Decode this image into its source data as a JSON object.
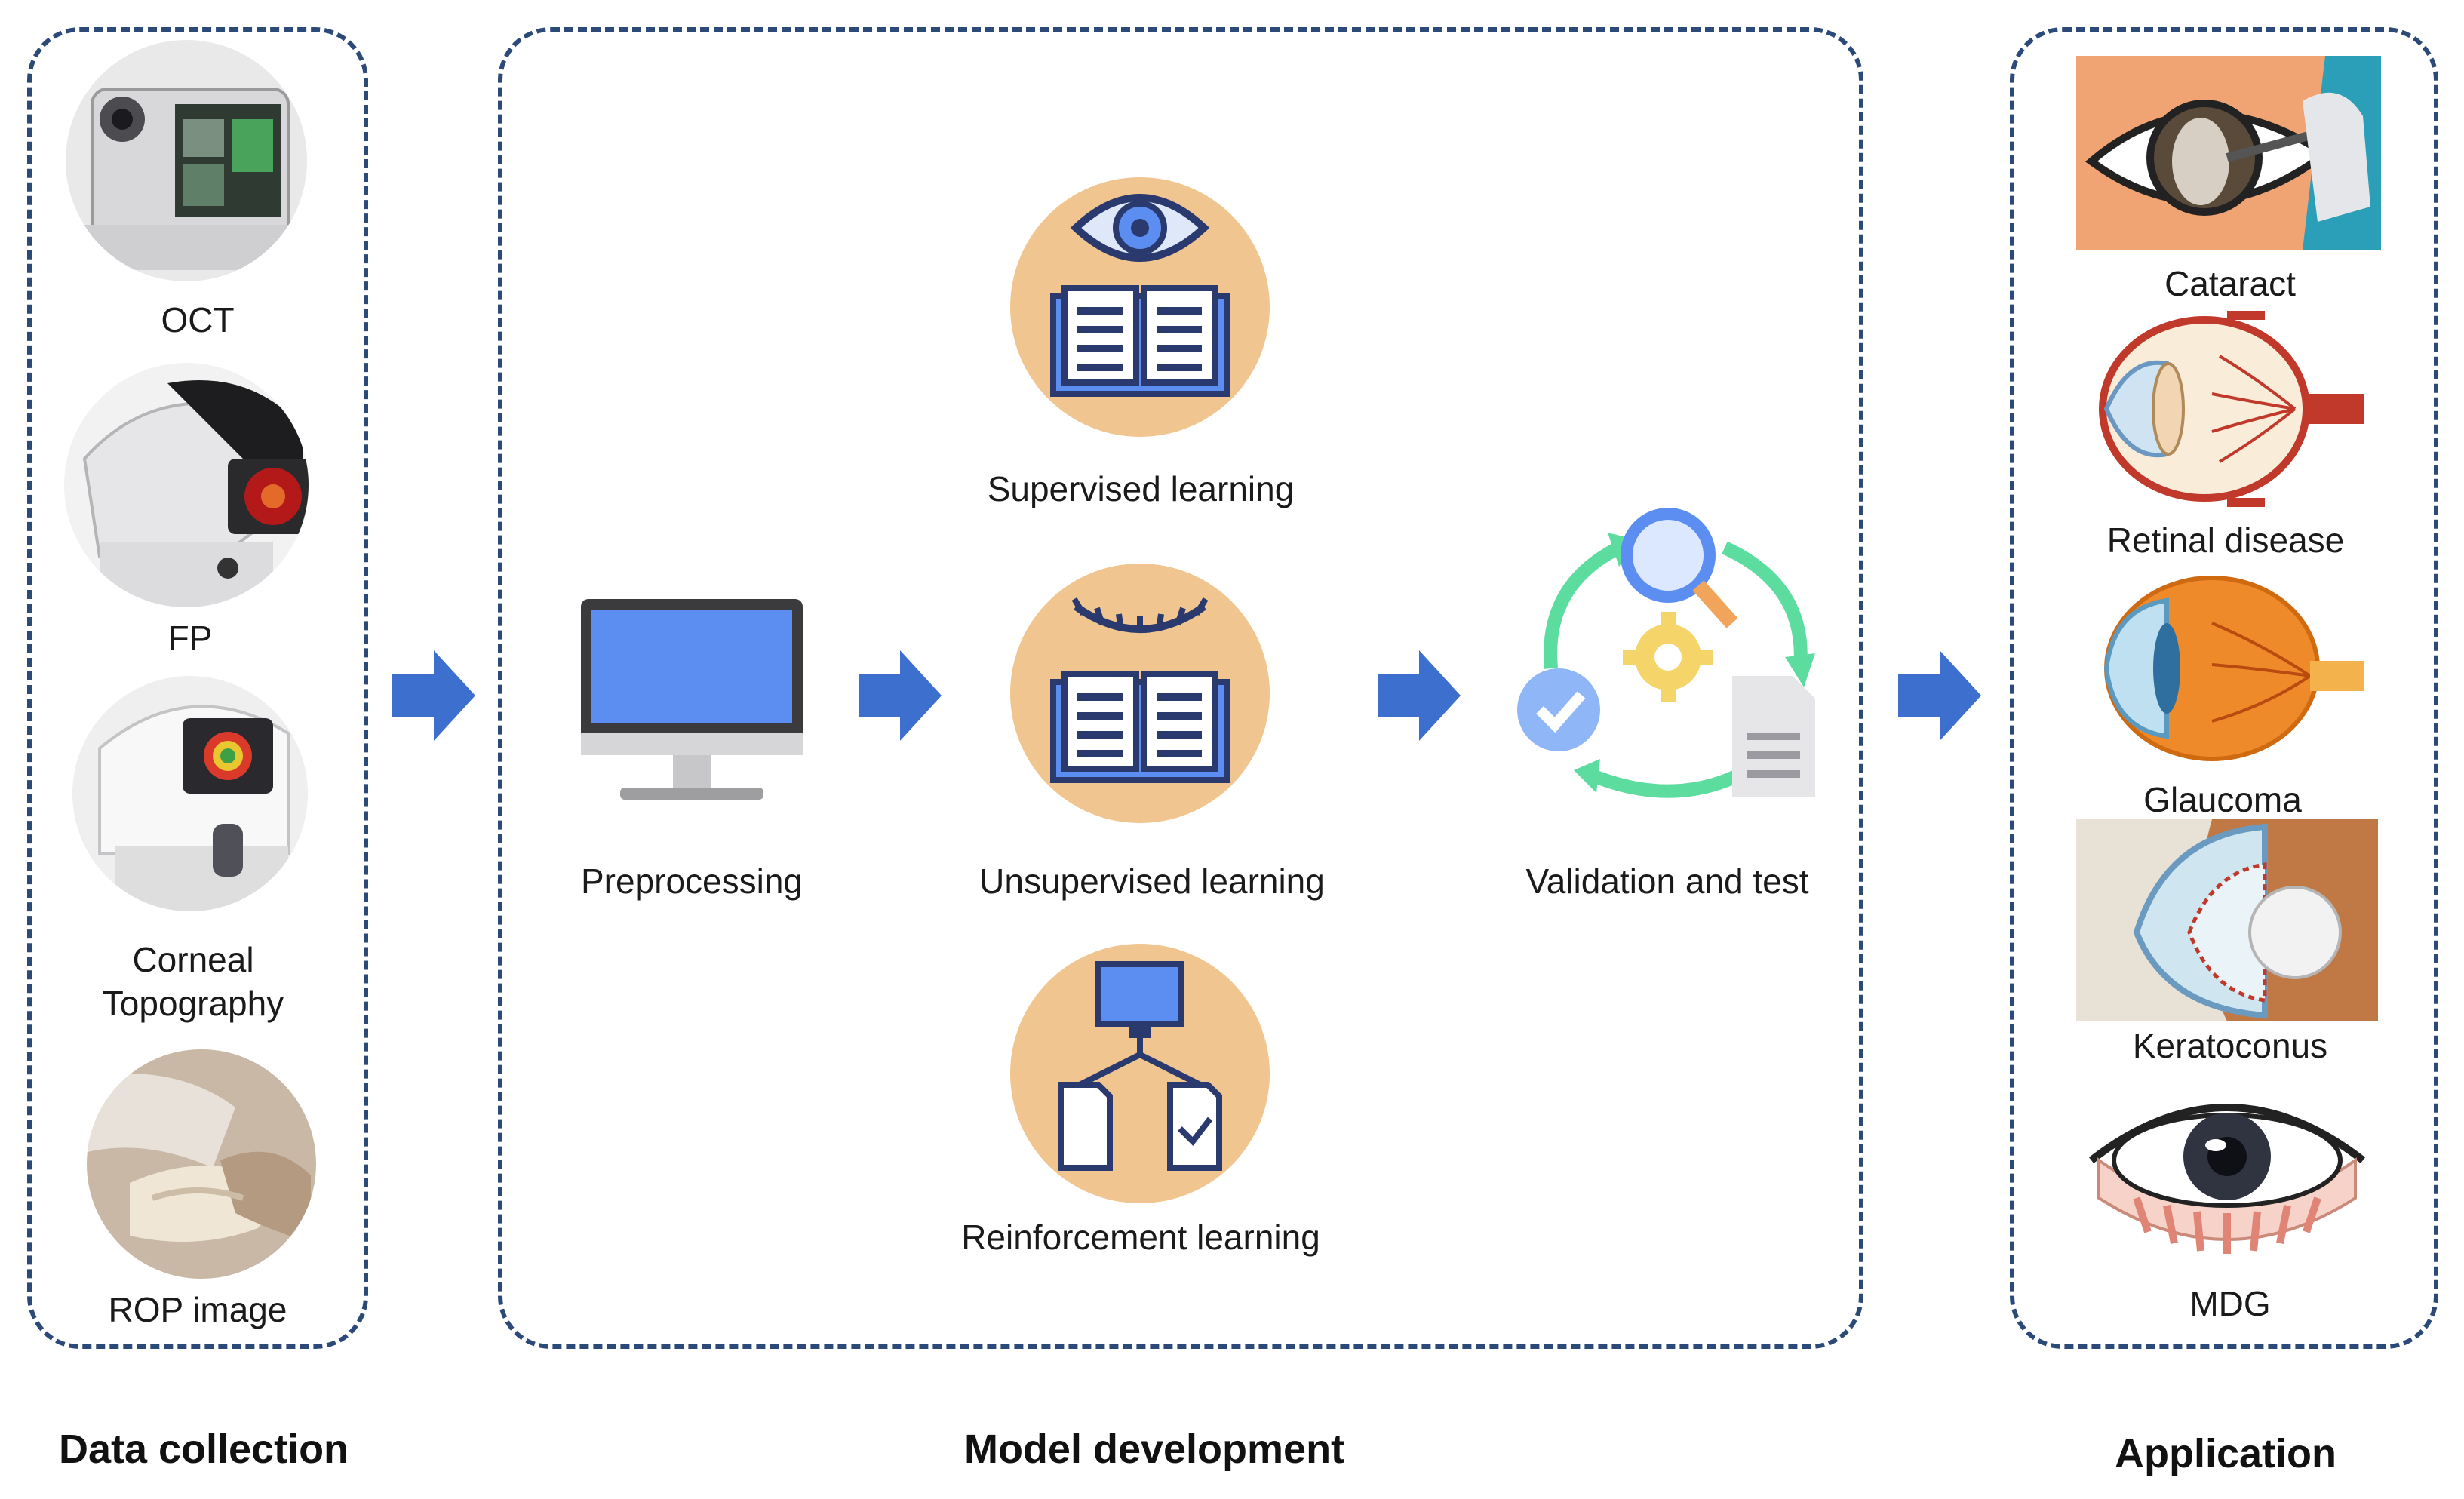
{
  "sections": {
    "data_collection": "Data collection",
    "model_development": "Model development",
    "application": "Application"
  },
  "data_collection_items": [
    "OCT",
    "FP",
    "Corneal\nTopography",
    "ROP image"
  ],
  "model_steps": {
    "preprocessing": "Preprocessing",
    "supervised": "Supervised learning",
    "unsupervised": "Unsupervised learning",
    "reinforcement": "Reinforcement learning",
    "validation": "Validation and test"
  },
  "application_items": [
    "Cataract",
    "Retinal disease",
    "Glaucoma",
    "Keratoconus",
    "MDG"
  ],
  "colors": {
    "dashed_border": "#2b4a78",
    "arrow": "#3d6fcf",
    "circle_fill": "#f1c58f",
    "icon_blue": "#5b8ef0",
    "icon_outline": "#2a3a6e"
  }
}
